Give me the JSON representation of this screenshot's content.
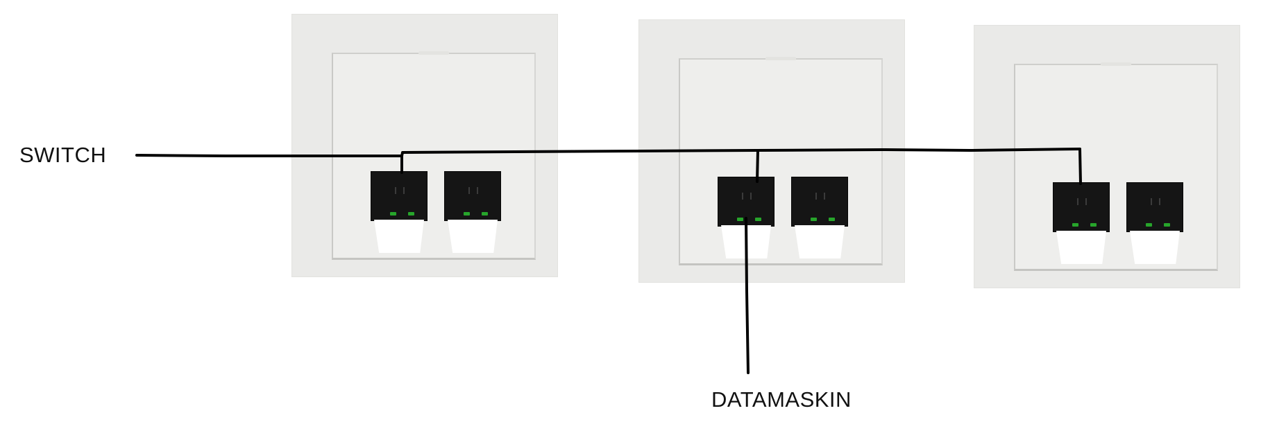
{
  "labels": {
    "switch": "SWITCH",
    "computer": "DATAMASKIN"
  },
  "outlets": [
    {
      "name": "wall-outlet-1",
      "ports": 2
    },
    {
      "name": "wall-outlet-2",
      "ports": 2
    },
    {
      "name": "wall-outlet-3",
      "ports": 2
    }
  ],
  "colors": {
    "wire": "#000000",
    "outlet_frame": "#eaeae8",
    "jack": "#151515",
    "led": "#27a52b"
  }
}
